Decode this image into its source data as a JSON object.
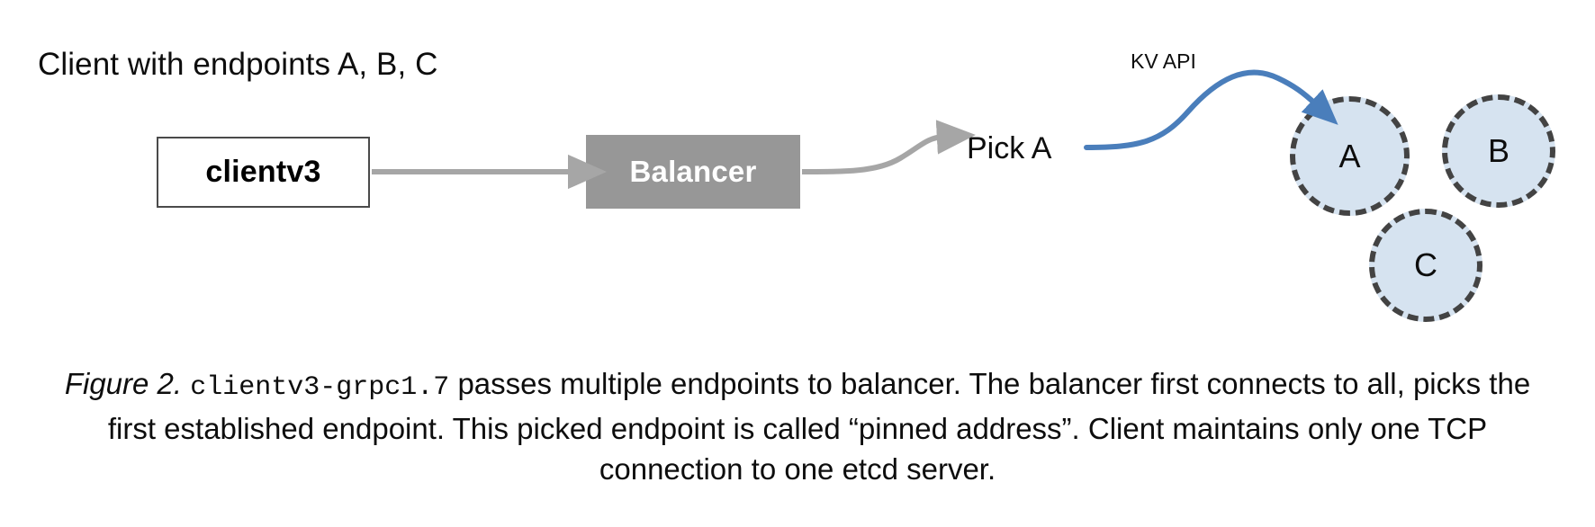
{
  "diagram": {
    "heading": "Client with endpoints A, B, C",
    "nodes": [
      {
        "id": "client",
        "label": "clientv3",
        "fill": "#ffffff",
        "stroke": "#4a4a4a",
        "text_color": "#000000"
      },
      {
        "id": "balancer",
        "label": "Balancer",
        "fill": "#979797",
        "stroke": "none",
        "text_color": "#ffffff"
      }
    ],
    "labels": {
      "pick": "Pick A",
      "kv_api": "KV API"
    },
    "endpoints": [
      {
        "id": "a",
        "label": "A",
        "fill": "#d6e3f0",
        "stroke": "#434343",
        "style": "dashed"
      },
      {
        "id": "b",
        "label": "B",
        "fill": "#d6e3f0",
        "stroke": "#434343",
        "style": "dashed"
      },
      {
        "id": "c",
        "label": "C",
        "fill": "#d6e3f0",
        "stroke": "#434343",
        "style": "dashed"
      }
    ],
    "connectors": [
      {
        "id": "client-to-balancer",
        "from": "client",
        "to": "balancer",
        "color": "#a6a6a6",
        "style": "straight-arrow"
      },
      {
        "id": "balancer-to-pick",
        "from": "balancer",
        "to": "pick",
        "color": "#a6a6a6",
        "style": "curved-arrow"
      },
      {
        "id": "pick-to-endpoint-a",
        "from": "pick",
        "to": "a",
        "color": "#4a7ebb",
        "style": "curved-arrow",
        "label": "KV API"
      }
    ]
  },
  "caption": {
    "figure_prefix": "Figure 2.",
    "code_term": "clientv3-grpc1.7",
    "rest": " passes multiple endpoints to balancer. The balancer first connects to all, picks the first established endpoint. This picked endpoint is called “pinned address”. Client maintains only one TCP connection to one etcd server."
  }
}
